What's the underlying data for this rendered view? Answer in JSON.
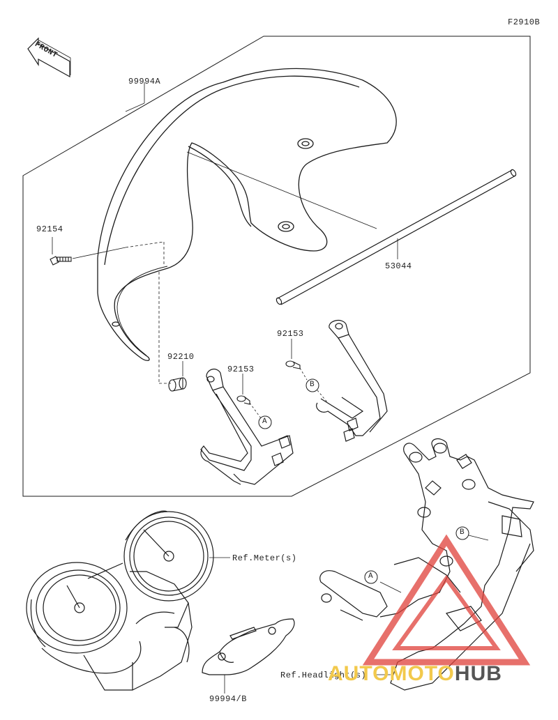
{
  "diagram_code": "F2910B",
  "front_label": "FRONT",
  "labels": {
    "windshield": "99994A",
    "bolt_long": "92154",
    "rod": "53044",
    "collar": "92210",
    "screw_left": "92153",
    "screw_right": "92153",
    "callout_a": "A",
    "callout_b": "B",
    "callout_a2": "A",
    "callout_b2": "B",
    "meter_ref": "Ref.Meter(s)",
    "headlight_ref": "Ref.Headlight(s)",
    "cover": "99994/B"
  },
  "watermark": {
    "part1": "AUTO",
    "part2": "MOTO",
    "part3": "HUB"
  },
  "colors": {
    "line": "#1a1a1a",
    "watermark_red": "#e0413a",
    "watermark_yellow": "#f2c94c",
    "watermark_gray": "#555555"
  }
}
